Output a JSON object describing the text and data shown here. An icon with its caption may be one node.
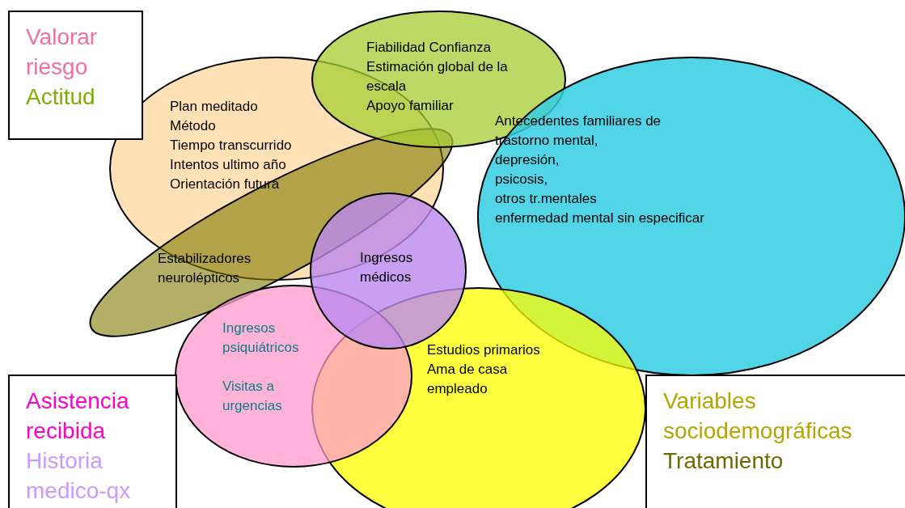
{
  "diagram": {
    "nodes": [
      {
        "text": [
          "Valorar riesgo",
          "Actitud"
        ]
      },
      {
        "text": [
          "Plan meditado",
          "Método",
          "Tiempo transcurrido",
          "Intentos ultimo año",
          "Orientación futura"
        ]
      },
      {
        "text": [
          "Fiabilidad Confianza",
          "Estimación global de la escala",
          "Apoyo familiar"
        ]
      },
      {
        "text": [
          "Antecedentes familiares de trastorno mental,",
          "depresión,",
          "psicosis,",
          "otros tr.mentales",
          "enfermedad mental sin especificar"
        ]
      },
      {
        "text": [
          "Estabilizadores neurolépticos"
        ]
      },
      {
        "text": [
          "Ingresos médicos"
        ]
      },
      {
        "text": [
          "Ingresos psiquiátricos",
          "Visitas a urgencias"
        ]
      },
      {
        "text": [
          "Estudios primarios",
          "Ama de casa",
          "empleado"
        ]
      },
      {
        "text": [
          "Asistencia recibida",
          "Historia medico-qx"
        ]
      },
      {
        "text": [
          "Variables sociodemográficas",
          "Tratamiento"
        ]
      }
    ],
    "edges": []
  }
}
